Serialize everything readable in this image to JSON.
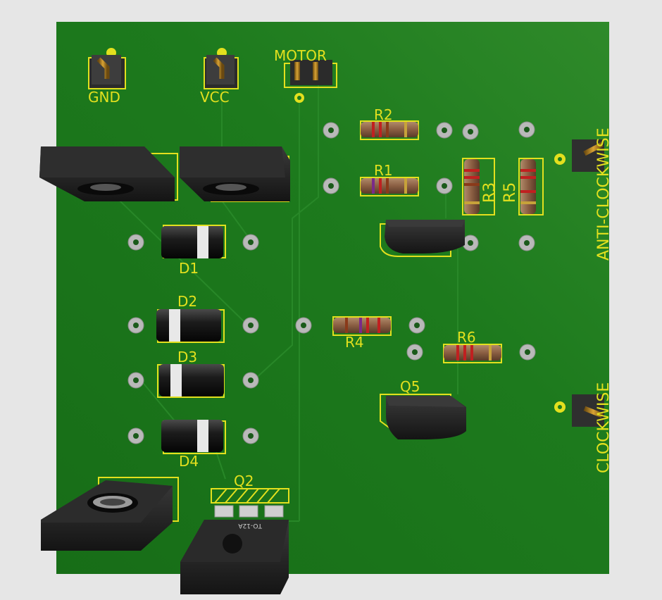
{
  "board": {
    "connectors": [
      {
        "id": "gnd",
        "label": "GND"
      },
      {
        "id": "vcc",
        "label": "VCC"
      },
      {
        "id": "motor",
        "label": "MOTOR"
      },
      {
        "id": "anti_clockwise",
        "label": "ANTI-CLOCKWISE"
      },
      {
        "id": "clockwise",
        "label": "CLOCKWISE"
      }
    ],
    "resistors": [
      {
        "id": "r1",
        "label": "R1"
      },
      {
        "id": "r2",
        "label": "R2"
      },
      {
        "id": "r3",
        "label": "R3"
      },
      {
        "id": "r4",
        "label": "R4"
      },
      {
        "id": "r5",
        "label": "R5"
      },
      {
        "id": "r6",
        "label": "R6"
      }
    ],
    "diodes": [
      {
        "id": "d1",
        "label": "D1"
      },
      {
        "id": "d2",
        "label": "D2"
      },
      {
        "id": "d3",
        "label": "D3"
      },
      {
        "id": "d4",
        "label": "D4"
      }
    ],
    "transistors": [
      {
        "id": "q2",
        "label": "Q2",
        "package_text": "TO-12A"
      },
      {
        "id": "q5",
        "label": "Q5"
      }
    ],
    "colors": {
      "pcb": "#1f7a1f",
      "silkscreen": "#e3e01e",
      "pad": "#b9b9b9",
      "background": "#e6e6e6"
    }
  }
}
